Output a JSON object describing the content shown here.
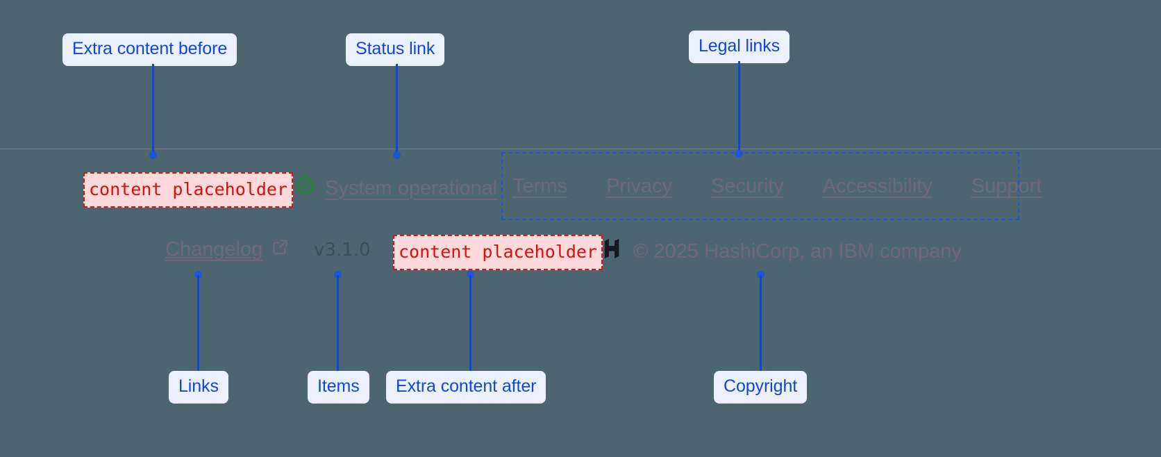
{
  "theme": {
    "background": "#4c656f",
    "callout_bg": "#eaf1fd",
    "callout_text": "#1246d4",
    "leader_color": "#1246d4",
    "placeholder_bg": "#fdd9d9",
    "placeholder_border": "#d61616",
    "placeholder_text": "#d41010",
    "footer_link": "#6d6779",
    "status_ok": "#1b8a2b",
    "legal_box_border": "#1f55d6"
  },
  "callouts": [
    {
      "id": "extra-content-before",
      "label": "Extra content before"
    },
    {
      "id": "status-link",
      "label": "Status link"
    },
    {
      "id": "legal-links",
      "label": "Legal links"
    },
    {
      "id": "links",
      "label": "Links"
    },
    {
      "id": "items",
      "label": "Items"
    },
    {
      "id": "extra-content-after",
      "label": "Extra content after"
    },
    {
      "id": "copyright",
      "label": "Copyright"
    }
  ],
  "footer": {
    "slot_before": {
      "text": "content placeholder"
    },
    "status": {
      "icon": "check-circle-icon",
      "label": "System operational"
    },
    "legal_links": [
      {
        "label": "Terms"
      },
      {
        "label": "Privacy"
      },
      {
        "label": "Security"
      },
      {
        "label": "Accessibility"
      },
      {
        "label": "Support"
      }
    ],
    "changelog": {
      "label": "Changelog",
      "icon": "external-link-icon"
    },
    "version": "v3.1.0",
    "slot_after": {
      "text": "content placeholder"
    },
    "copyright": {
      "logo": "hashicorp-logo",
      "text": "© 2025 HashiCorp, an IBM company"
    }
  }
}
